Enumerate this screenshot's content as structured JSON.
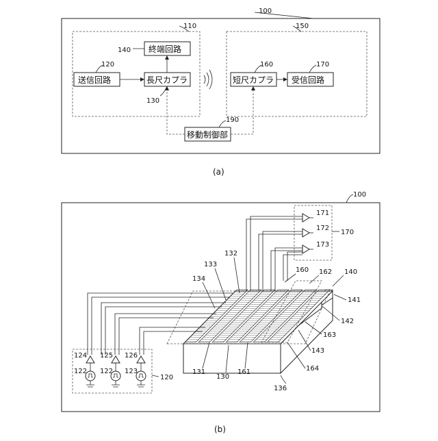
{
  "figure_a": {
    "caption": "(a)",
    "ref_outer": "100",
    "ref_tx_group": "110",
    "ref_rx_group": "150",
    "blocks": {
      "termination": {
        "ref": "140",
        "text": "終端回路"
      },
      "transmitter": {
        "ref": "120",
        "text": "送信回路"
      },
      "long_coupler": {
        "ref": "130",
        "text": "長尺カプラ"
      },
      "short_coupler": {
        "ref": "160",
        "text": "短尺カプラ"
      },
      "receiver": {
        "ref": "170",
        "text": "受信回路"
      },
      "move_ctrl": {
        "ref": "190",
        "text": "移動制御部"
      }
    }
  },
  "figure_b": {
    "caption": "(b)",
    "ref_outer": "100",
    "refs": {
      "r171": "171",
      "r172": "172",
      "r173": "173",
      "r170": "170",
      "r132": "132",
      "r133": "133",
      "r134": "134",
      "r160": "160",
      "r162": "162",
      "r140": "140",
      "r141": "141",
      "r142": "142",
      "r163": "163",
      "r143": "143",
      "r164": "164",
      "r136": "136",
      "r131": "131",
      "r130": "130",
      "r161": "161",
      "r120": "120",
      "r124": "124",
      "r125": "125",
      "r126": "126",
      "r122a": "122",
      "r122b": "122",
      "r123": "123"
    }
  }
}
